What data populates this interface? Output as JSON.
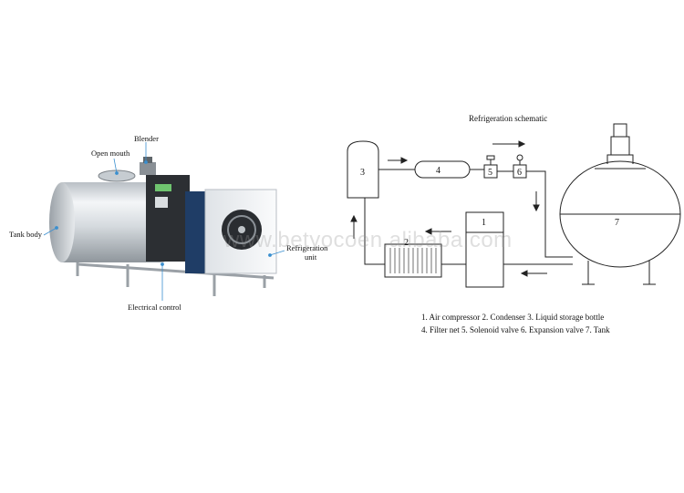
{
  "photo_labels": {
    "blender": "Blender",
    "open_mouth": "Open mouth",
    "tank_body": "Tank body",
    "refrigeration_unit_line1": "Refrigeration",
    "refrigeration_unit_line2": "unit",
    "electrical_control": "Electrical control"
  },
  "schematic": {
    "title": "Refrigeration schematic",
    "component_numbers": [
      "1",
      "2",
      "3",
      "4",
      "5",
      "6",
      "7"
    ],
    "legend_line1": "1. Air compressor 2. Condenser 3. Liquid storage bottle",
    "legend_line2": "4. Filter net 5. Solenoid valve 6. Expansion valve 7. Tank"
  },
  "watermark": "www.betyocoen.alibaba.com"
}
